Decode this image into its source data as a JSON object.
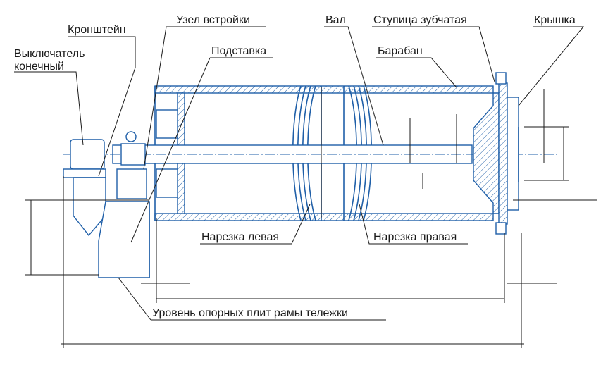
{
  "labels": {
    "kronshtein": "Кронштейн",
    "uzel": "Узел встройки",
    "val": "Вал",
    "stupica": "Ступица зубчатая",
    "kryshka": "Крышка",
    "vykl1": "Выключатель",
    "vykl2": "конечный",
    "podstavka": "Подставка",
    "baraban": "Барабан",
    "narezka_left": "Нарезка левая",
    "narezka_right": "Нарезка правая",
    "uroven": "Уровень опорных плит рамы тележки"
  },
  "colors": {
    "drawing": "#1f5fa8",
    "leader": "#1a1a1a"
  }
}
